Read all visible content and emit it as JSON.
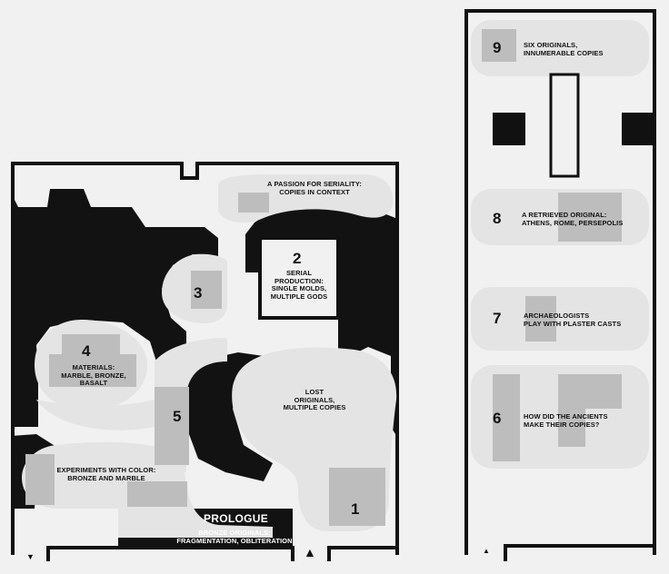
{
  "colors": {
    "background": "#f1f1f1",
    "wall": "#111111",
    "dark_area": "#121212",
    "blob": "#e4e4e4",
    "vitrine": "#bdbdbd"
  },
  "rooms": [
    {
      "number": "",
      "lines": [
        "A PASSION FOR SERIALITY:",
        "COPIES IN CONTEXT"
      ]
    },
    {
      "number": "2",
      "lines": [
        "SERIAL",
        "PRODUCTION:",
        "SINGLE MOLDS,",
        "MULTIPLE GODS"
      ]
    },
    {
      "number": "3",
      "lines": []
    },
    {
      "number": "4",
      "lines": [
        "MATERIALS:",
        "MARBLE, BRONZE,",
        "BASALT"
      ]
    },
    {
      "number": "5",
      "lines": []
    },
    {
      "number": "",
      "lines": [
        "LOST",
        "ORIGINALS,",
        "MULTIPLE COPIES"
      ]
    },
    {
      "number": "",
      "lines": [
        "EXPERIMENTS WITH COLOR:",
        "BRONZE AND MARBLE"
      ]
    },
    {
      "number": "1",
      "lines": []
    },
    {
      "number": "6",
      "lines": [
        "HOW DID THE ANCIENTS",
        "MAKE THEIR COPIES?"
      ]
    },
    {
      "number": "7",
      "lines": [
        "ARCHAEOLOGISTS",
        "PLAY WITH PLASTER CASTS"
      ]
    },
    {
      "number": "8",
      "lines": [
        "A RETRIEVED ORIGINAL:",
        "ATHENS, ROME, PERSEPOLIS"
      ]
    },
    {
      "number": "9",
      "lines": [
        "SIX ORIGINALS,",
        "INNUMERABLE COPIES"
      ]
    }
  ],
  "prologue": {
    "title": "PROLOGUE",
    "lines": [
      "BRONZE ORIGINALS:",
      "FRAGMENTATION, OBLITERATION"
    ]
  },
  "markers": {
    "left_exit": "▼",
    "center_entry": "▲",
    "right_entry": "▲"
  }
}
